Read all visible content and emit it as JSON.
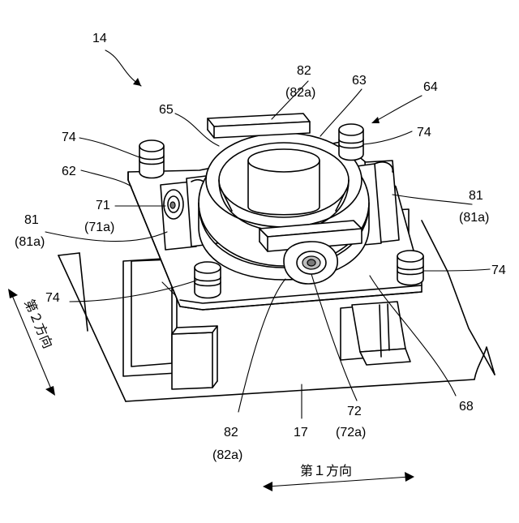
{
  "labels": {
    "assembly": "14",
    "top_guide": "82",
    "top_guide_sub": "(82a)",
    "ring_part": "63",
    "device": "64",
    "part_65": "65",
    "pin_top_left": "74",
    "pin_top_right": "74",
    "pin_mid_left": "74",
    "pin_right": "74",
    "plate": "62",
    "shaft_left": "71",
    "shaft_left_sub": "(71a)",
    "bracket_left": "81",
    "bracket_left_sub": "(81a)",
    "bracket_right": "81",
    "bracket_right_sub": "(81a)",
    "shaft_front": "72",
    "shaft_front_sub": "(72a)",
    "front_guide": "82",
    "front_guide_sub": "(82a)",
    "base": "17",
    "frame": "68"
  },
  "directions": {
    "second": "第２方向",
    "first": "第１方向"
  }
}
